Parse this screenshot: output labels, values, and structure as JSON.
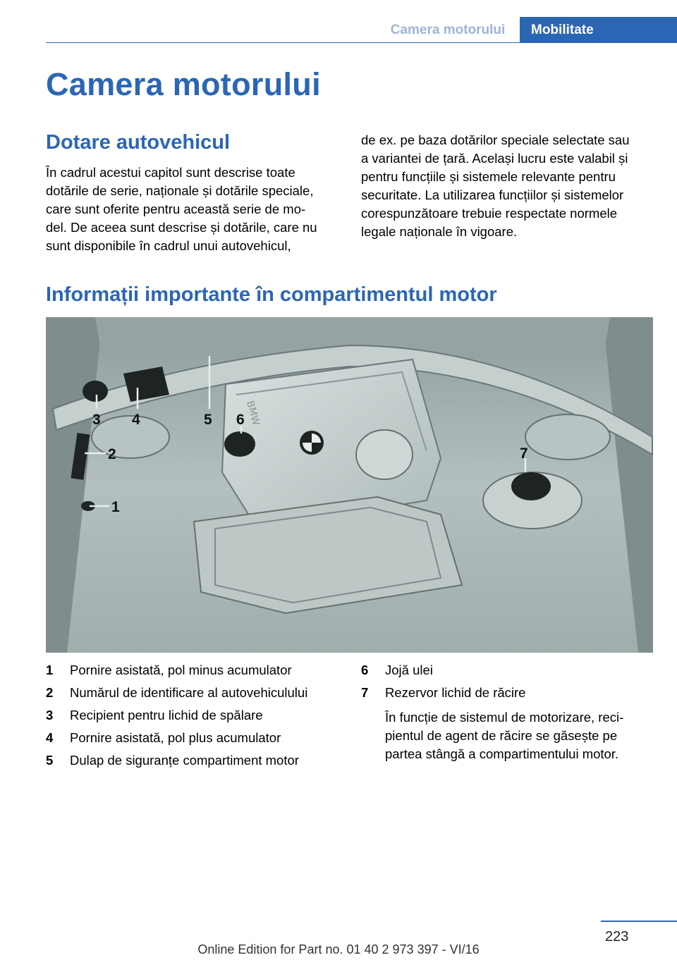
{
  "header": {
    "section_tab": "Camera motorului",
    "chapter_tab": "Mobilitate"
  },
  "page_title": "Camera motorului",
  "equipment": {
    "heading": "Dotare autovehicul",
    "lines_left": [
      "În cadrul acestui capitol sunt descrise toate",
      "dotările de serie, naționale și dotările speciale,",
      "care sunt oferite pentru această serie de mo-",
      "del. De aceea sunt descrise și dotările, care nu",
      "sunt disponibile în cadrul unui autovehicul,"
    ],
    "lines_right": [
      "de ex. pe baza dotărilor speciale selectate sau",
      "a variantei de țară. Același lucru este valabil și",
      "pentru funcțiile și sistemele relevante pentru",
      "securitate. La utilizarea funcțiilor și sistemelor",
      "corespunzătoare trebuie respectate normele",
      "legale naționale în vigoare."
    ]
  },
  "engine_info": {
    "heading": "Informații importante în compartimentul motor"
  },
  "figure": {
    "callouts": [
      "1",
      "2",
      "3",
      "4",
      "5",
      "6",
      "7"
    ],
    "badge": "BMW"
  },
  "legend_left": [
    {
      "num": "1",
      "text": "Pornire asistată, pol minus acumulator"
    },
    {
      "num": "2",
      "text": "Numărul de identificare al autovehiculului"
    },
    {
      "num": "3",
      "text": "Recipient pentru lichid de spălare"
    },
    {
      "num": "4",
      "text": "Pornire asistată, pol plus acumulator"
    },
    {
      "num": "5",
      "text": "Dulap de siguranțe compartiment motor"
    }
  ],
  "legend_right": [
    {
      "num": "6",
      "text": "Jojă ulei"
    },
    {
      "num": "7",
      "text": "Rezervor lichid de răcire"
    }
  ],
  "legend_note_lines": [
    "În funcție de sistemul de motorizare, reci-",
    "pientul de agent de răcire se găsește pe",
    "partea stângă a compartimentului motor."
  ],
  "page_number": "223",
  "footer": "Online Edition for Part no. 01 40 2 973 397 - VI/16"
}
